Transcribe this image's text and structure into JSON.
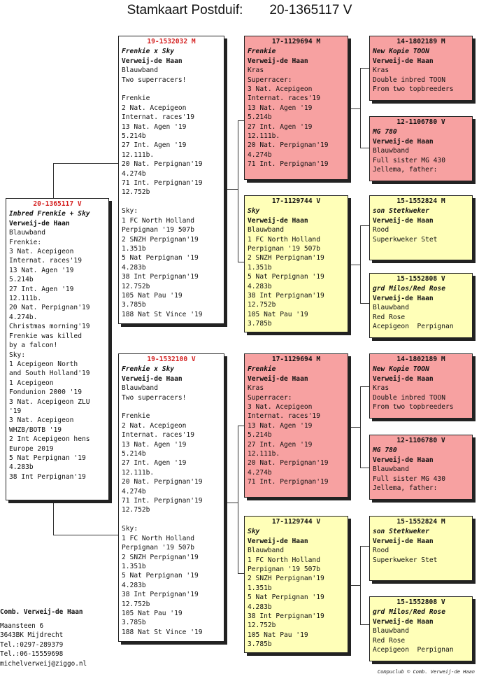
{
  "header": {
    "label": "Stamkaart Postduif:",
    "ring": "20-1365117 V"
  },
  "subject": {
    "ring": "20-1365117 V",
    "name": "Inbred Frenkie + Sky",
    "breeder": "Verweij-de Haan",
    "notes": [
      "Blauwband",
      "Frenkie:",
      "3 Nat. Acepigeon",
      "Internat. races'19",
      "13 Nat. Agen '19",
      "5.214b",
      "27 Int. Agen '19",
      "12.111b.",
      "20 Nat. Perpignan'19",
      "4.274b.",
      "Christmas morning'19",
      "Frenkie was killed",
      "by a falcon!",
      "Sky:",
      "1 Acepigeon North",
      "and South Holland'19",
      "1 Acepigeon",
      "Fondunion 2000 '19",
      "3 Nat. Acepigeon ZLU",
      "'19",
      "3 Nat. Acepigeon",
      "WHZB/BOTB '19",
      "2 Int Acepigeon hens",
      "Europe 2019",
      "5 Nat Perpignan '19",
      "4.283b",
      "38 Int Perpignan'19"
    ]
  },
  "sire": {
    "ring": "19-1532032 M",
    "name": "Frenkie x Sky",
    "breeder": "Verweij-de Haan",
    "notes": [
      "Blauwband",
      "Two superracers!",
      "",
      "Frenkie",
      "2 Nat. Acepigeon",
      "Internat. races'19",
      "13 Nat. Agen '19",
      "5.214b",
      "27 Int. Agen '19",
      "12.111b.",
      "20 Nat. Perpignan'19",
      "4.274b",
      "71 Int. Perpignan'19",
      "12.752b",
      "",
      "Sky:",
      "1 FC North Holland",
      "Perpignan '19 507b",
      "2 SNZH Perpignan'19",
      "1.351b",
      "5 Nat Perpignan '19",
      "4.283b",
      "38 Int Perpignan'19",
      "12.752b",
      "105 Nat Pau '19",
      "3.785b",
      "188 Nat St Vince '19"
    ]
  },
  "dam": {
    "ring": "19-1532100 V",
    "name": "Frenkie x Sky",
    "breeder": "Verweij-de Haan",
    "notes": [
      "Blauwband",
      "Two superracers!",
      "",
      "Frenkie",
      "2 Nat. Acepigeon",
      "Internat. races'19",
      "13 Nat. Agen '19",
      "5.214b",
      "27 Int. Agen '19",
      "12.111b.",
      "20 Nat. Perpignan'19",
      "4.274b",
      "71 Int. Perpignan'19",
      "12.752b",
      "",
      "Sky:",
      "1 FC North Holland",
      "Perpignan '19 507b",
      "2 SNZH Perpignan'19",
      "1.351b",
      "5 Nat Perpignan '19",
      "4.283b",
      "38 Int Perpignan'19",
      "12.752b",
      "105 Nat Pau '19",
      "3.785b",
      "188 Nat St Vince '19"
    ]
  },
  "ss": {
    "ring": "17-1129694 M",
    "name": "Frenkie",
    "breeder": "Verweij-de Haan",
    "notes": [
      "Kras",
      "Superracer:",
      "3 Nat. Acepigeon",
      "Internat. races'19",
      "13 Nat. Agen '19",
      "5.214b",
      "27 Int. Agen '19",
      "12.111b.",
      "20 Nat. Perpignan'19",
      "4.274b",
      "71 Int. Perpignan'19"
    ]
  },
  "sd": {
    "ring": "17-1129744 V",
    "name": "Sky",
    "breeder": "Verweij-de Haan",
    "notes": [
      "Blauwband",
      "1 FC North Holland",
      "Perpignan '19 507b",
      "2 SNZH Perpignan'19",
      "1.351b",
      "5 Nat Perpignan '19",
      "4.283b",
      "38 Int Perpignan'19",
      "12.752b",
      "105 Nat Pau '19",
      "3.785b"
    ]
  },
  "ds": {
    "ring": "17-1129694 M",
    "name": "Frenkie",
    "breeder": "Verweij-de Haan",
    "notes": [
      "Kras",
      "Superracer:",
      "3 Nat. Acepigeon",
      "Internat. races'19",
      "13 Nat. Agen '19",
      "5.214b",
      "27 Int. Agen '19",
      "12.111b.",
      "20 Nat. Perpignan'19",
      "4.274b",
      "71 Int. Perpignan'19"
    ]
  },
  "dd": {
    "ring": "17-1129744 V",
    "name": "Sky",
    "breeder": "Verweij-de Haan",
    "notes": [
      "Blauwband",
      "1 FC North Holland",
      "Perpignan '19 507b",
      "2 SNZH Perpignan'19",
      "1.351b",
      "5 Nat Perpignan '19",
      "4.283b",
      "38 Int Perpignan'19",
      "12.752b",
      "105 Nat Pau '19",
      "3.785b"
    ]
  },
  "sss": {
    "ring": "14-1802189 M",
    "name": "New Kopie TOON",
    "breeder": "Verweij-de Haan",
    "notes": [
      "Kras",
      "Double inbred TOON",
      "From two topbreeders"
    ]
  },
  "ssd": {
    "ring": "12-1106780 V",
    "name": "MG 780",
    "breeder": "Verweij-de Haan",
    "notes": [
      "Blauwband",
      "Full sister MG 430",
      "Jellema, father:"
    ]
  },
  "sds": {
    "ring": "15-1552824 M",
    "name": "son Stetkweker",
    "breeder": "Verweij-de Haan",
    "notes": [
      "Rood",
      "Superkweker Stet"
    ]
  },
  "sdd": {
    "ring": "15-1552808 V",
    "name": "grd Milos/Red Rose",
    "breeder": "Verweij-de Haan",
    "notes": [
      "Blauwband",
      "Red Rose",
      "Acepigeon  Perpignan"
    ]
  },
  "dss": {
    "ring": "14-1802189 M",
    "name": "New Kopie TOON",
    "breeder": "Verweij-de Haan",
    "notes": [
      "Kras",
      "Double inbred TOON",
      "From two topbreeders"
    ]
  },
  "dsd": {
    "ring": "12-1106780 V",
    "name": "MG 780",
    "breeder": "Verweij-de Haan",
    "notes": [
      "Blauwband",
      "Full sister MG 430",
      "Jellema, father:"
    ]
  },
  "dds": {
    "ring": "15-1552824 M",
    "name": "son Stetkweker",
    "breeder": "Verweij-de Haan",
    "notes": [
      "Rood",
      "Superkweker Stet"
    ]
  },
  "ddd": {
    "ring": "15-1552808 V",
    "name": "grd Milos/Red Rose",
    "breeder": "Verweij-de Haan",
    "notes": [
      "Blauwband",
      "Red Rose",
      "Acepigeon  Perpignan"
    ]
  },
  "owner": {
    "name": "Comb. Verweij-de Haan",
    "lines": [
      "Maansteen 6",
      "3643BK  Mijdrecht",
      "Tel.:0297-289379",
      "Tel.:06-15559698",
      "michelverweij@ziggo.nl"
    ]
  },
  "footer": "Compuclub © Comb. Verweij-de Haan"
}
